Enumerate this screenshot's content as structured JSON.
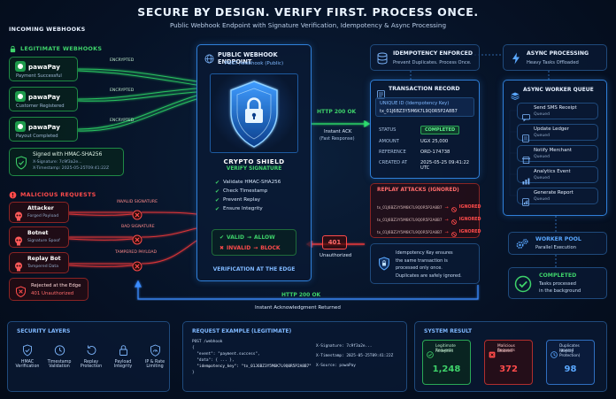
{
  "header": {
    "title": "SECURE BY DESIGN. VERIFY FIRST. PROCESS ONCE.",
    "subtitle": "Public Webhook Endpoint with Signature Verification, Idempotency & Async Processing"
  },
  "incoming": {
    "label": "INCOMING WEBHOOKS",
    "legit_label": "LEGITIMATE WEBHOOKS",
    "legit": [
      {
        "name": "pawaPay",
        "event": "Payment Successful",
        "line_label": "ENCRYPTED"
      },
      {
        "name": "pawaPay",
        "event": "Customer Registered",
        "line_label": "ENCRYPTED"
      },
      {
        "name": "pawaPay",
        "event": "Payout Completed",
        "line_label": "ENCRYPTED"
      }
    ],
    "signed": {
      "line1": "Signed with HMAC-SHA256",
      "line2": "X-Signature: 7c9f3a2e...",
      "line3": "X-Timestamp: 2025-05-25T09:41:22Z"
    },
    "malicious_label": "MALICIOUS REQUESTS",
    "malicious": [
      {
        "name": "Attacker",
        "desc": "Forged Payload",
        "line_label": "INVALID SIGNATURE"
      },
      {
        "name": "Botnet",
        "desc": "Signature Spoof",
        "line_label": "BAD SIGNATURE"
      },
      {
        "name": "Replay Bot",
        "desc": "Tampered Data",
        "line_label": "TAMPERED PAYLOAD"
      }
    ],
    "rejected": {
      "line1": "Rejected at the Edge",
      "line2": "401 Unauthorized"
    }
  },
  "endpoint": {
    "title": "PUBLIC WEBHOOK ENDPOINT",
    "path": "POST /webhook (Public)",
    "shield_title": "CRYPTO SHIELD",
    "shield_subtitle": "VERIFY SIGNATURE",
    "checks": [
      "Validate HMAC-SHA256",
      "Check Timestamp",
      "Prevent Replay",
      "Ensure Integrity"
    ],
    "valid_label": "VALID",
    "valid_action": "ALLOW",
    "invalid_label": "INVALID",
    "invalid_action": "BLOCK",
    "footer": "VERIFICATION AT THE EDGE"
  },
  "responses": {
    "http200_label": "HTTP 200 OK",
    "instant_ack": "Instant ACK",
    "fast_response": "(Fast Response)",
    "code_401": "401",
    "unauthorized": "Unauthorized",
    "bottom_200": "HTTP 200 OK",
    "bottom_ack": "Instant Acknowledgment Returned"
  },
  "idempotency": {
    "title": "IDEMPOTENCY ENFORCED",
    "subtitle": "Prevent Duplicates. Process Once."
  },
  "transaction": {
    "title": "TRANSACTION RECORD",
    "uid_label": "UNIQUE ID (Idempotency Key)",
    "uid_value": "tx_01J6BZ3Y5M6K7L9Q0R5P2A8B7",
    "status_label": "STATUS",
    "status_value": "COMPLETED",
    "amount_label": "AMOUNT",
    "amount_value": "UGX 25,000",
    "reference_label": "REFERENCE",
    "reference_value": "ORD-174738",
    "created_label": "CREATED AT",
    "created_value": "2025-05-25 09:41:22 UTC"
  },
  "replay": {
    "title": "REPLAY ATTACKS (IGNORED)",
    "rows": [
      {
        "id": "tx_01J6BZ3Y5M6K7L9Q0R5P2A8B7",
        "result": "IGNORED"
      },
      {
        "id": "tx_01J6BZ3Y5M6K7L9Q0R5P2A8B7",
        "result": "IGNORED"
      },
      {
        "id": "tx_01J6BZ3Y5M6K7L9Q0R5P2A8B7",
        "result": "IGNORED"
      }
    ]
  },
  "idem_note": {
    "line1": "Idempotency Key ensures",
    "line2": "the same transaction is",
    "line3": "processed only once.",
    "line4": "Duplicates are safely ignored."
  },
  "async": {
    "title": "ASYNC PROCESSING",
    "subtitle": "Heavy Tasks Offloaded",
    "queue_title": "ASYNC WORKER QUEUE",
    "tasks": [
      {
        "name": "Send SMS Receipt",
        "status": "Queued"
      },
      {
        "name": "Update Ledger",
        "status": "Queued"
      },
      {
        "name": "Notify Merchant",
        "status": "Queued"
      },
      {
        "name": "Analytics Event",
        "status": "Queued"
      },
      {
        "name": "Generate Report",
        "status": "Queued"
      }
    ],
    "pool_title": "WORKER POOL",
    "pool_subtitle": "Parallel Execution",
    "completed_title": "COMPLETED",
    "completed_line1": "Tasks processed",
    "completed_line2": "in the background"
  },
  "security_layers": {
    "title": "SECURITY LAYERS",
    "items": [
      {
        "icon": "shield-check-icon",
        "line1": "HMAC",
        "line2": "Verification"
      },
      {
        "icon": "clock-icon",
        "line1": "Timestamp",
        "line2": "Validation"
      },
      {
        "icon": "replay-icon",
        "line1": "Replay",
        "line2": "Protection"
      },
      {
        "icon": "lock-icon",
        "line1": "Payload",
        "line2": "Integrity"
      },
      {
        "icon": "gauge-icon",
        "line1": "IP & Rate",
        "line2": "Limiting"
      }
    ]
  },
  "request_example": {
    "title": "REQUEST EXAMPLE (LEGITIMATE)",
    "code": [
      "POST /webhook",
      "{",
      "  \"event\": \"payment.success\",",
      "  \"data\": { ... },",
      "  \"idempotency_key\": \"tx_01J6BZ3Y5M6K7L9Q0R5P2A8B7\"",
      "}"
    ],
    "headers": [
      "X-Signature: 7c9f3a2e...",
      "X-Timestamp: 2025-05-25T09:41:22Z",
      "X-Source: pawaPay"
    ]
  },
  "system_result": {
    "title": "SYSTEM RESULT",
    "stats": [
      {
        "label1": "Legitimate Requests",
        "label2": "Accepted",
        "value": "1,248",
        "color": "#3ed26a"
      },
      {
        "label1": "Malicious Requests",
        "label2": "Blocked",
        "value": "372",
        "color": "#ff4b4b"
      },
      {
        "label1": "Duplicates Ignored",
        "label2": "(Replay Protection)",
        "value": "98",
        "color": "#5aa8ff"
      }
    ]
  }
}
